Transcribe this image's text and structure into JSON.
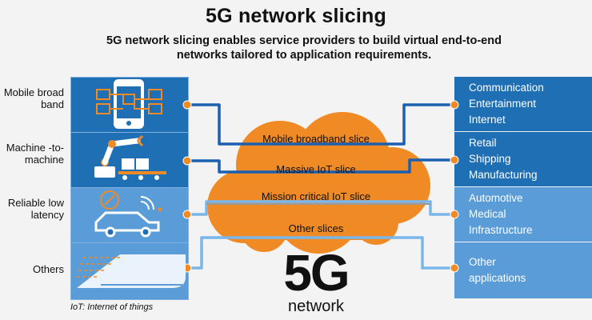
{
  "title": "5G network slicing",
  "subtitle": "5G network slicing enables service providers to build virtual end-to-end networks tailored to application requirements.",
  "left_rows": [
    {
      "label": "Mobile broad band",
      "icon": "smartphone-network-icon"
    },
    {
      "label": "Machine -to- machine",
      "icon": "robot-arm-factory-icon"
    },
    {
      "label": "Reliable low latency",
      "icon": "connected-car-icon"
    },
    {
      "label": "Others",
      "icon": "high-speed-train-icon"
    }
  ],
  "slices": [
    {
      "label": "Mobile broadband slice"
    },
    {
      "label": "Massive IoT slice"
    },
    {
      "label": "Mission critical IoT slice"
    },
    {
      "label": "Other slices"
    }
  ],
  "right_rows": [
    {
      "lines": [
        "Communication",
        "Entertainment",
        "Internet"
      ]
    },
    {
      "lines": [
        "Retail",
        "Shipping",
        "Manufacturing"
      ]
    },
    {
      "lines": [
        "Automotive",
        "Medical",
        "Infrastructure"
      ]
    },
    {
      "lines": [
        "Other",
        "applications"
      ]
    }
  ],
  "center": {
    "big": "5G",
    "word": "network"
  },
  "footnote": "IoT: Internet of things",
  "colors": {
    "dark_blue": "#1f6fb5",
    "light_blue": "#5a9cd8",
    "cloud_orange": "#f08a24",
    "line_blue": "#1a5fb0",
    "line_light": "#7ab6ea",
    "line_grey": "#9a9a9a"
  }
}
